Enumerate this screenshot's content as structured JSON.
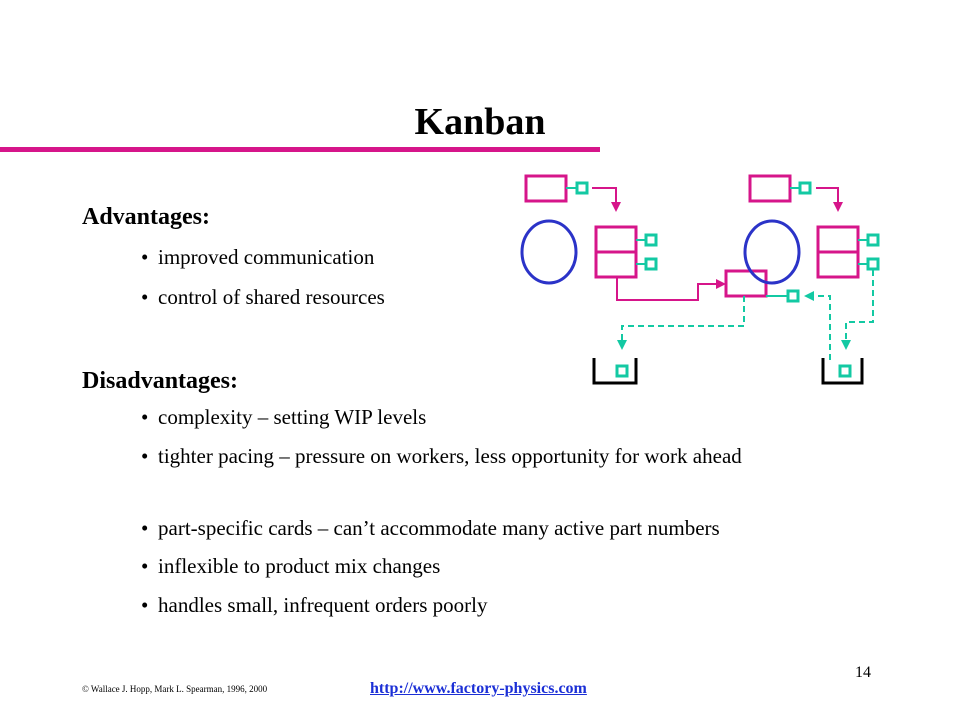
{
  "slide": {
    "title": "Kanban",
    "advantages_heading": "Advantages:",
    "advantages": [
      "improved communication",
      "control of shared resources"
    ],
    "disadvantages_heading": "Disadvantages:",
    "disadvantages": [
      "complexity – setting WIP levels",
      "tighter pacing – pressure on workers, less opportunity for work ahead",
      "part-specific cards – can’t accommodate many active part numbers",
      "inflexible to product mix changes",
      "handles small, infrequent orders poorly"
    ],
    "bullet_char": "•",
    "page_number": "14",
    "copyright": "© Wallace J. Hopp, Mark L. Spearman, 1996, 2000",
    "link": "http://www.factory-physics.com"
  },
  "colors": {
    "accent": "#d6158a",
    "machine": "#2b33c8",
    "card": "#13c9a3",
    "link": "#1b2fd6"
  },
  "icons": {
    "diagram": "kanban-flow-diagram"
  }
}
